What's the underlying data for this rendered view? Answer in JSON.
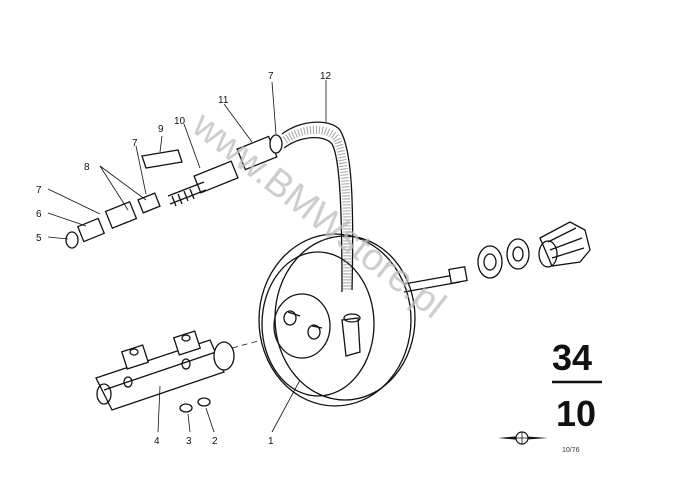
{
  "watermark": "www.BMWstore.pl",
  "section": {
    "group": "34",
    "number": "10"
  },
  "corner_code": "10/76",
  "callouts": {
    "c1": "1",
    "c2": "2",
    "c3": "3",
    "c4": "4",
    "c5": "5",
    "c6": "6",
    "c7a": "7",
    "c7b": "7",
    "c7c": "7",
    "c8": "8",
    "c9": "9",
    "c10": "10",
    "c11": "11",
    "c12": "12"
  }
}
